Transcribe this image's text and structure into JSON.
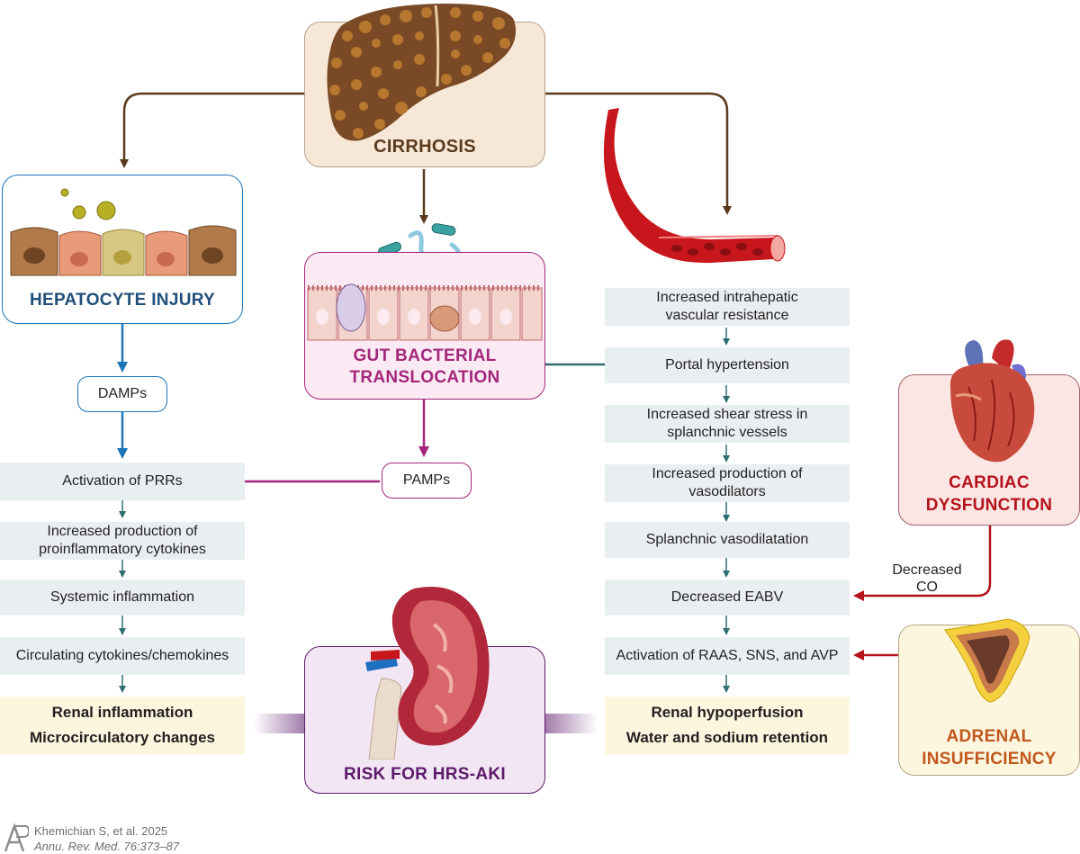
{
  "cirrhosis": "CIRRHOSIS",
  "hepatocyte_injury": "HEPATOCYTE INJURY",
  "gut": {
    "line1": "GUT BACTERIAL",
    "line2": "TRANSLOCATION"
  },
  "damps": "DAMPs",
  "pamps": "PAMPs",
  "left_chain": [
    "Activation of PRRs",
    "Increased production of proinflammatory cytokines",
    "Systemic inflammation",
    "Circulating cytokines/chemokines"
  ],
  "left_outcome": {
    "line1": "Renal inflammation",
    "line2": "Microcirculatory changes"
  },
  "right_chain": [
    "Increased intrahepatic vascular resistance",
    "Portal hypertension",
    "Increased shear stress in splanchnic vessels",
    "Increased production of vasodilators",
    "Splanchnic vasodilatation",
    "Decreased EABV",
    "Activation of RAAS, SNS, and AVP"
  ],
  "right_outcome": {
    "line1": "Renal hypoperfusion",
    "line2": "Water and sodium retention"
  },
  "cardiac": {
    "line1": "CARDIAC",
    "line2": "DYSFUNCTION"
  },
  "decreased_co": {
    "line1": "Decreased",
    "line2": "CO"
  },
  "adrenal": {
    "line1": "ADRENAL",
    "line2": "INSUFFICIENCY"
  },
  "risk": "RISK FOR HRS-AKI",
  "citation": {
    "authors": "Khemichian S, et al. 2025",
    "journal": "Annu. Rev. Med. 76:373–87"
  },
  "colors": {
    "brown": "#5a3a1c",
    "blue": "#1b75bb",
    "magenta": "#a3277a",
    "teal": "#2f6d73",
    "red": "#b5121b",
    "purple": "#5b1a6b",
    "orange": "#c0571c"
  },
  "icons": [
    "liver-illustration",
    "blood-vessel-illustration",
    "hepatocyte-cells-illustration",
    "gut-epithelium-illustration",
    "heart-illustration",
    "kidney-illustration",
    "adrenal-gland-illustration",
    "publisher-logo-icon"
  ]
}
